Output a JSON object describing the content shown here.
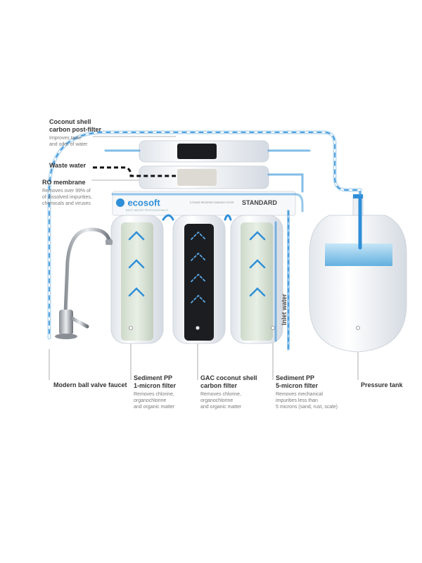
{
  "brand": {
    "logo_text": "ecosoft",
    "logo_tagline": "BEST WATER PROFESSIONALS",
    "model": "STANDARD",
    "subtitle": "5-STAGE REVERSE OSMOSIS FILTER"
  },
  "labels": {
    "post_filter": {
      "title": "Coconut shell\ncarbon post-filter",
      "desc": "Improves taste\nand odor of water"
    },
    "waste_water": {
      "title": "Waste water"
    },
    "ro_membrane": {
      "title": "RO membrane",
      "desc": "Removes over 99% of\nof dissolved impurities,\nchemicals and viruses"
    },
    "inlet_water": {
      "title": "Inlet water"
    },
    "faucet": {
      "title": "Modern ball valve faucet"
    },
    "sediment_1": {
      "title": "Sediment PP\n1-micron filter",
      "desc": "Removes chlorine,\norganochlorine\nand organic matter"
    },
    "gac": {
      "title": "GAC coconut shell\ncarbon filter",
      "desc": "Removes chlorine,\norganochlorine\nand organic matter"
    },
    "sediment_5": {
      "title": "Sediment PP\n5-micron filter",
      "desc": "Removes mechanical\nimpurities less than\n5 microns (sand, rust, scale)"
    },
    "tank": {
      "title": "Pressure tank"
    }
  },
  "colors": {
    "flow": "#2f8fd8",
    "waste": "#111111",
    "housing": "#f2f4f6",
    "carbon": "#1c1d20"
  }
}
